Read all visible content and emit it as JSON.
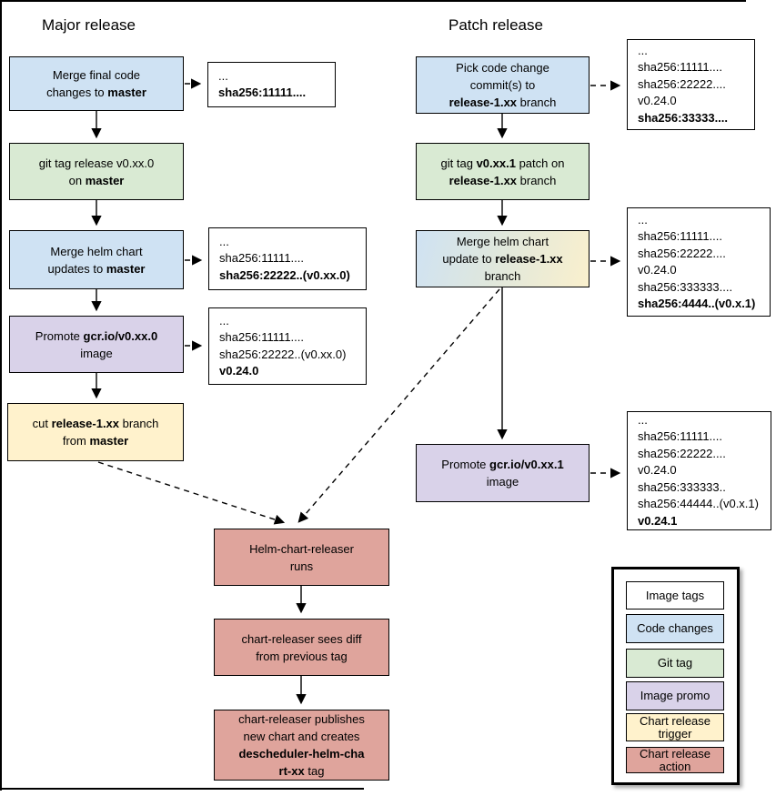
{
  "titles": {
    "major": "Major release",
    "patch": "Patch release"
  },
  "major": {
    "steps": [
      {
        "kind": "code-changes",
        "parts": [
          {
            "t": "Merge final code\nchanges to "
          },
          {
            "t": "master",
            "b": true
          }
        ]
      },
      {
        "kind": "git-tag",
        "parts": [
          {
            "t": "git tag release v0.xx.0\non "
          },
          {
            "t": "master",
            "b": true
          }
        ]
      },
      {
        "kind": "code-changes",
        "parts": [
          {
            "t": "Merge helm chart\nupdates to "
          },
          {
            "t": "master",
            "b": true
          }
        ]
      },
      {
        "kind": "image-promo",
        "parts": [
          {
            "t": "Promote "
          },
          {
            "t": "gcr.io/v0.xx.0",
            "b": true
          },
          {
            "t": "\nimage"
          }
        ]
      },
      {
        "kind": "chart-release-trigger",
        "parts": [
          {
            "t": "cut "
          },
          {
            "t": "release-1.xx",
            "b": true
          },
          {
            "t": " branch\nfrom "
          },
          {
            "t": "master",
            "b": true
          }
        ]
      }
    ],
    "annotations": [
      {
        "lines": [
          {
            "t": "..."
          },
          {
            "t": "sha256:11111....",
            "b": true
          }
        ]
      },
      {
        "lines": [
          {
            "t": "..."
          },
          {
            "t": "sha256:11111...."
          },
          {
            "t": "sha256:22222..(v0.xx.0)",
            "b": true
          }
        ]
      },
      {
        "lines": [
          {
            "t": "..."
          },
          {
            "t": "sha256:11111...."
          },
          {
            "t": "sha256:22222..(v0.xx.0)"
          },
          {
            "t": "v0.24.0",
            "b": true
          }
        ]
      }
    ]
  },
  "patch": {
    "steps": [
      {
        "kind": "code-changes",
        "parts": [
          {
            "t": "Pick code change\ncommit(s) to\n"
          },
          {
            "t": "release-1.xx",
            "b": true
          },
          {
            "t": " branch"
          }
        ]
      },
      {
        "kind": "git-tag",
        "parts": [
          {
            "t": "git tag "
          },
          {
            "t": "v0.xx.1",
            "b": true
          },
          {
            "t": " patch on\n"
          },
          {
            "t": "release-1.xx",
            "b": true
          },
          {
            "t": " branch"
          }
        ]
      },
      {
        "kind": "code-changes-to-trigger",
        "parts": [
          {
            "t": "Merge helm chart\nupdate to "
          },
          {
            "t": "release-1.xx",
            "b": true
          },
          {
            "t": "\nbranch"
          }
        ]
      },
      {
        "kind": "image-promo",
        "parts": [
          {
            "t": "Promote "
          },
          {
            "t": "gcr.io/v0.xx.1",
            "b": true
          },
          {
            "t": "\nimage"
          }
        ]
      }
    ],
    "annotations": [
      {
        "lines": [
          {
            "t": "..."
          },
          {
            "t": "sha256:11111...."
          },
          {
            "t": "sha256:22222...."
          },
          {
            "t": "v0.24.0"
          },
          {
            "t": "sha256:33333....",
            "b": true
          }
        ]
      },
      {
        "lines": [
          {
            "t": "..."
          },
          {
            "t": "sha256:11111...."
          },
          {
            "t": "sha256:22222...."
          },
          {
            "t": "v0.24.0"
          },
          {
            "t": "sha256:333333...."
          },
          {
            "t": "sha256:4444..(v0.x.1)",
            "b": true
          }
        ]
      },
      {
        "lines": [
          {
            "t": "..."
          },
          {
            "t": "sha256:11111...."
          },
          {
            "t": "sha256:22222...."
          },
          {
            "t": "v0.24.0"
          },
          {
            "t": "sha256:333333.."
          },
          {
            "t": "sha256:44444..(v0.x.1)"
          },
          {
            "t": "v0.24.1",
            "b": true
          }
        ]
      }
    ]
  },
  "releaser": {
    "steps": [
      {
        "kind": "chart-release-action",
        "parts": [
          {
            "t": "Helm-chart-releaser\nruns"
          }
        ]
      },
      {
        "kind": "chart-release-action",
        "parts": [
          {
            "t": "chart-releaser sees diff\nfrom previous tag"
          }
        ]
      },
      {
        "kind": "chart-release-action",
        "parts": [
          {
            "t": "chart-releaser publishes\nnew chart and creates\n"
          },
          {
            "t": "descheduler-helm-cha\nrt-xx",
            "b": true
          },
          {
            "t": " tag"
          }
        ]
      }
    ]
  },
  "legend": {
    "items": [
      {
        "label": "Image tags",
        "kind": "image-tags"
      },
      {
        "label": "Code changes",
        "kind": "code-changes"
      },
      {
        "label": "Git tag",
        "kind": "git-tag"
      },
      {
        "label": "Image promo",
        "kind": "image-promo"
      },
      {
        "label": "Chart release\ntrigger",
        "kind": "chart-release-trigger"
      },
      {
        "label": "Chart release\naction",
        "kind": "chart-release-action"
      }
    ]
  },
  "colors": {
    "image_tags": "#ffffff",
    "code_changes": "#cfe2f3",
    "git_tag": "#d9ead3",
    "image_promo": "#d9d2e9",
    "chart_release_trigger": "#fff2cc",
    "chart_release_action": "#dfa49c",
    "line": "#000000"
  }
}
